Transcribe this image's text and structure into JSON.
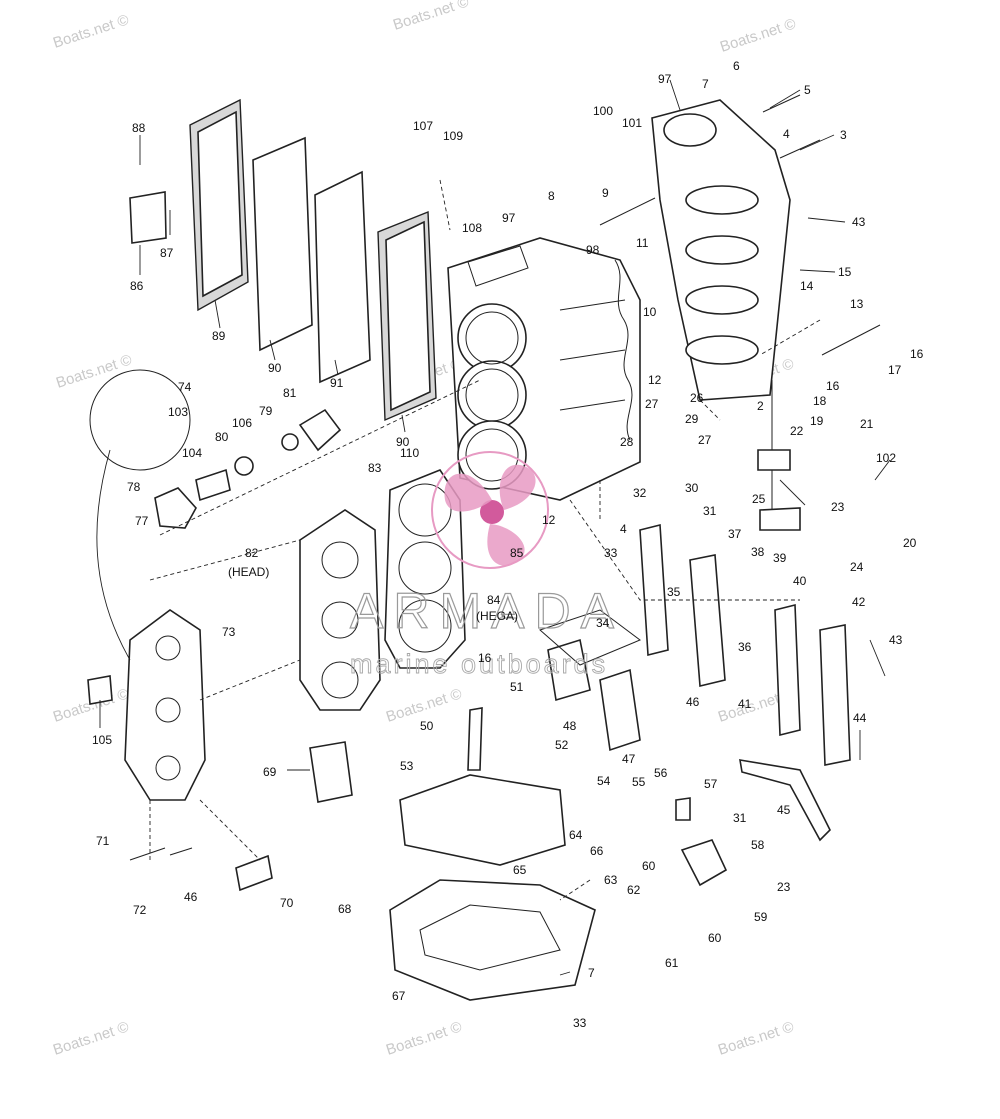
{
  "watermarks": {
    "site": "Boats.net ©",
    "brand": "ARMADA",
    "brand_sub": "marine outboards"
  },
  "colors": {
    "logo_pink": "#e79ac3",
    "logo_pink_dark": "#d25a9c",
    "line": "#222222"
  },
  "callouts": {
    "c3": "3",
    "c4": "4",
    "c5": "5",
    "c6": "6",
    "c7": "7",
    "c8": "8",
    "c9": "9",
    "c10": "10",
    "c11": "11",
    "c12": "12",
    "c13": "13",
    "c14": "14",
    "c15": "15",
    "c16": "16",
    "c17": "17",
    "c18": "18",
    "c19": "19",
    "c20": "20",
    "c21": "21",
    "c22": "22",
    "c23": "23",
    "c24": "24",
    "c25": "25",
    "c26": "26",
    "c27": "27",
    "c28": "28",
    "c29": "29",
    "c30": "30",
    "c31": "31",
    "c32": "32",
    "c33": "33",
    "c34": "34",
    "c35": "35",
    "c36": "36",
    "c37": "37",
    "c38": "38",
    "c39": "39",
    "c40": "40",
    "c41": "41",
    "c42": "42",
    "c43": "43",
    "c44": "44",
    "c45": "45",
    "c46": "46",
    "c47": "47",
    "c48": "48",
    "c50": "50",
    "c51": "51",
    "c52": "52",
    "c53": "53",
    "c54": "54",
    "c55": "55",
    "c56": "56",
    "c57": "57",
    "c58": "58",
    "c59": "59",
    "c60": "60",
    "c61": "61",
    "c62": "62",
    "c63": "63",
    "c64": "64",
    "c65": "65",
    "c66": "66",
    "c67": "67",
    "c68": "68",
    "c69": "69",
    "c70": "70",
    "c71": "71",
    "c72": "72",
    "c73": "73",
    "c74": "74",
    "c77": "77",
    "c78": "78",
    "c79": "79",
    "c80": "80",
    "c81": "81",
    "c82": "82",
    "c83": "83",
    "c84": "84",
    "c85": "85",
    "c86": "86",
    "c87": "87",
    "c88": "88",
    "c89": "89",
    "c90": "90",
    "c91": "91",
    "c97": "97",
    "c98": "98",
    "c100": "100",
    "c101": "101",
    "c102": "102",
    "c103": "103",
    "c104": "104",
    "c105": "105",
    "c106": "106",
    "c107": "107",
    "c108": "108",
    "c109": "109",
    "c110": "110",
    "head_label": "(HEAD)",
    "hega_label": "(HEGA)",
    "c2": "2"
  }
}
